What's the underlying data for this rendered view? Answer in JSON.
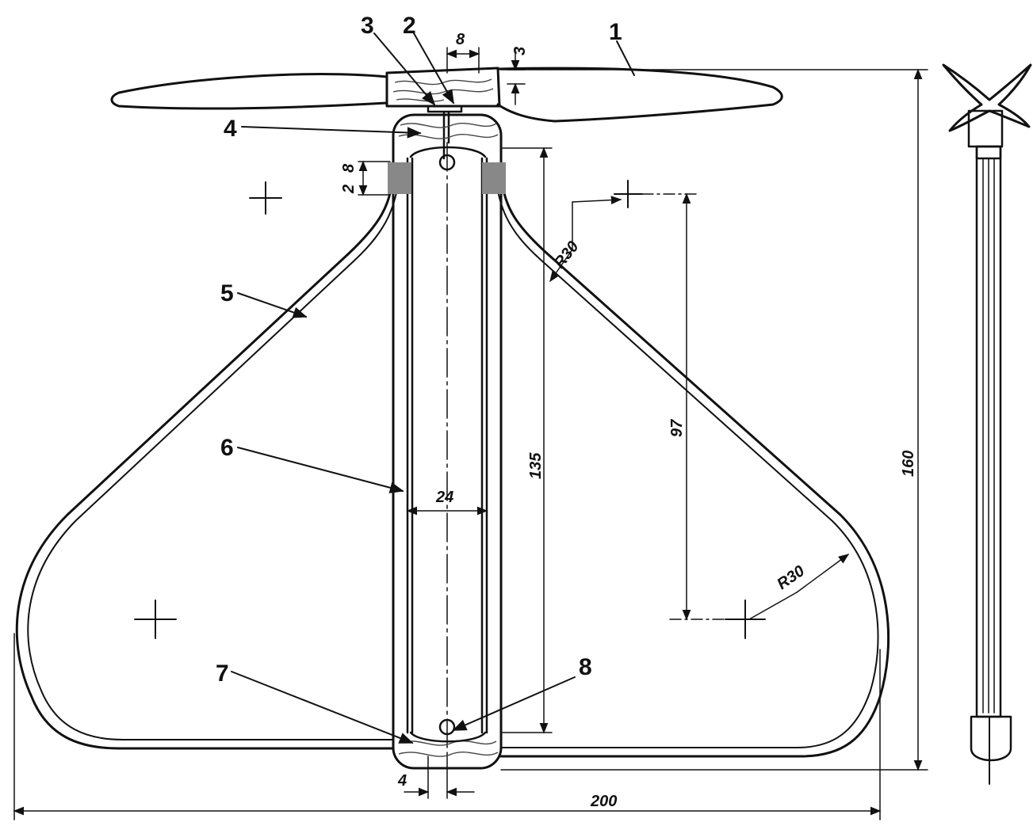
{
  "part_labels": [
    "1",
    "2",
    "3",
    "4",
    "5",
    "6",
    "7",
    "8"
  ],
  "dimensions": {
    "d8_top": "8",
    "d3": "3",
    "d8_side": "8",
    "d2": "2",
    "r30_top": "R30",
    "r30_bottom": "R30",
    "d135": "135",
    "d97": "97",
    "d160": "160",
    "d24": "24",
    "d4": "4",
    "d200": "200"
  },
  "colors": {
    "ink": "#111111",
    "paper": "#ffffff"
  }
}
